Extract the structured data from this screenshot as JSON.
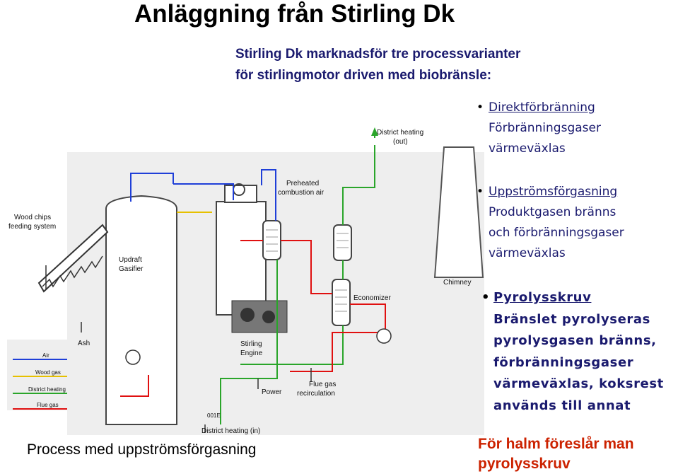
{
  "title": "Anläggning från Stirling Dk",
  "subtitle": [
    "Stirling Dk marknadsför tre processvarianter",
    "för stirlingmotor driven med biobränsle:"
  ],
  "options": [
    {
      "heading": "Direktförbränning",
      "lines": [
        "Förbränningsgaser",
        "värmeväxlas"
      ]
    },
    {
      "heading": "Uppströmsförgasning",
      "lines": [
        "Produktgasen bränns",
        "och förbränningsgaser",
        "värmeväxlas"
      ]
    },
    {
      "heading": "Pyrolysskruv",
      "lines": [
        "Bränslet pyrolyseras",
        "pyrolysgasen bränns,",
        "förbränningsgaser",
        "värmeväxlas, koksrest",
        "används till annat"
      ]
    }
  ],
  "caption": "Process med uppströmsförgasning",
  "note": [
    "För halm föreslår man",
    "pyrolysskruv"
  ],
  "diagram": {
    "labels": {
      "district_heating_out": [
        "District heating",
        "(out)"
      ],
      "preheated_air": [
        "Preheated",
        "combustion air"
      ],
      "wood_chips": [
        "Wood chips",
        "feeding system"
      ],
      "gasifier": [
        "Updraft",
        "Gasifier"
      ],
      "economizer": "Economizer",
      "chimney": "Chimney",
      "ash": "Ash",
      "stirling": [
        "Stirling",
        "Engine"
      ],
      "power": "Power",
      "flue_recirc": [
        "Flue gas",
        "recirculation"
      ],
      "district_heating_in": "District heating (in)",
      "tag": "001E"
    },
    "legend": [
      {
        "label": "Air",
        "color": "#1f3fd8"
      },
      {
        "label": "Wood gas",
        "color": "#e6c000"
      },
      {
        "label": "District heating",
        "color": "#2aa52a"
      },
      {
        "label": "Flue gas",
        "color": "#e01010"
      }
    ]
  }
}
